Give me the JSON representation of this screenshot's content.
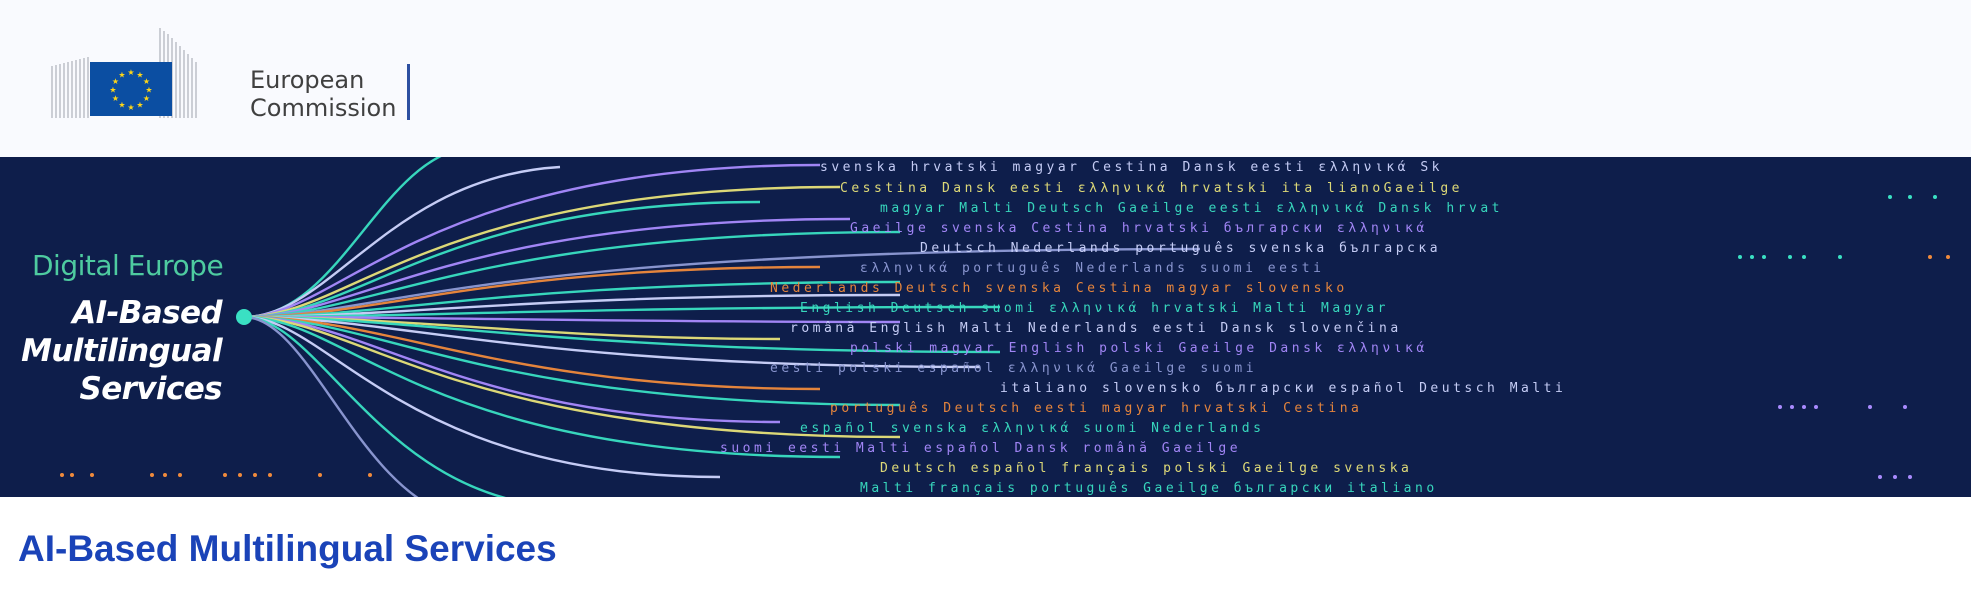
{
  "header": {
    "logo": {
      "line1": "European",
      "line2": "Commission",
      "flag_color": "#0b4ea2",
      "star_color": "#ffd617"
    }
  },
  "banner": {
    "tagline": "Digital Europe",
    "subtitle": "AI-Based\nMultilingual\nServices",
    "background": "#0e1e4b",
    "accent_colors": [
      "#3ae0c3",
      "#a98bff",
      "#e8e27a",
      "#f08a3c",
      "#cfd6ff"
    ]
  },
  "page": {
    "title": "AI-Based Multilingual Services",
    "title_color": "#1a43b8"
  }
}
